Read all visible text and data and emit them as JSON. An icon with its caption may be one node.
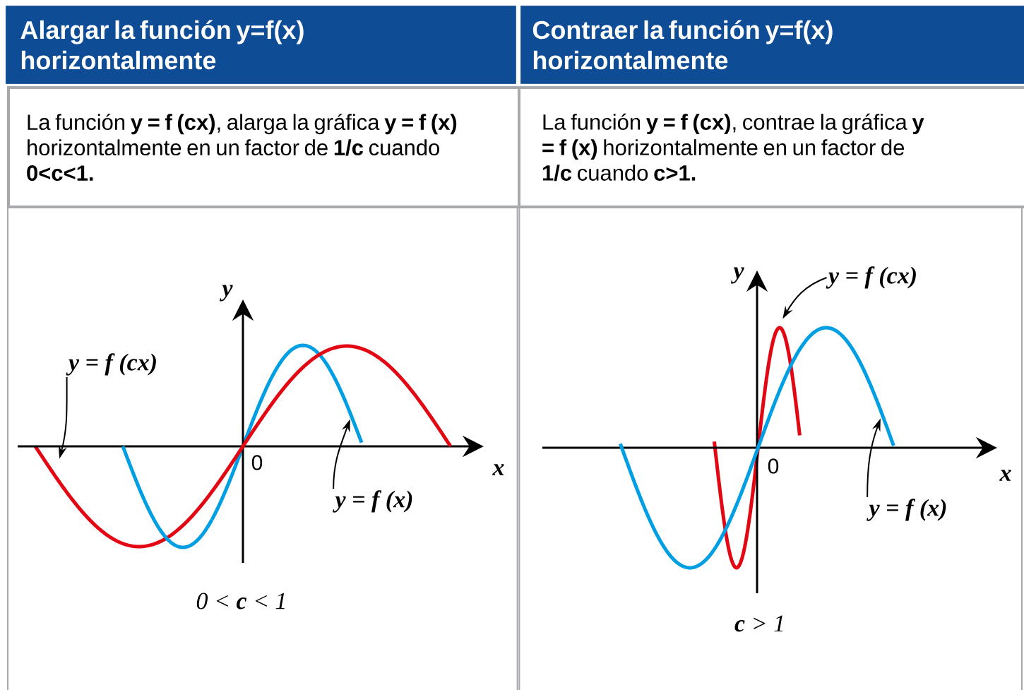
{
  "diagram": {
    "nodes": [
      {
        "text": [
          "Alargar la función y=f(x) horizontalmente"
        ]
      },
      {
        "text": [
          "Contraer la función y=f(x) horizontalmente"
        ]
      },
      {
        "text": [
          "La función **y = f (cx)**, alarga la gráfica **y = f (x)** horizontalmente en un factor de **1/c** cuando **0<c<1.**"
        ]
      },
      {
        "text": [
          "La función **y = f (cx)**, contrae la gráfica **y = f (x)** horizontalmente en un factor de **1/c** cuando **c>1.**"
        ]
      },
      {
        "text": [],
        "shape": "box"
      },
      {
        "text": [],
        "shape": "box"
      },
      {
        "text": [
          "y = f (cx)"
        ],
        "in": 4
      },
      {
        "text": [],
        "shape": "curve",
        "in": 4
      },
      {
        "text": [
          "y = f (x)"
        ],
        "in": 4
      },
      {
        "text": [],
        "shape": "curve",
        "in": 4
      },
      {
        "text": [
          "y = f (cx)"
        ],
        "in": 5
      },
      {
        "text": [],
        "shape": "curve",
        "in": 5
      },
      {
        "text": [
          "y = f (x)"
        ],
        "in": 5
      },
      {
        "text": [],
        "shape": "curve",
        "in": 5
      }
    ],
    "edges": [
      {
        "from": 6,
        "to": 7,
        "arrow": "to"
      },
      {
        "from": 8,
        "to": 9,
        "arrow": "to"
      },
      {
        "from": 10,
        "to": 11,
        "arrow": "to"
      },
      {
        "from": 12,
        "to": 13,
        "arrow": "to"
      }
    ],
    "labels": [
      "y",
      "0",
      "x",
      "0 < **c** < 1",
      "y",
      "0",
      "x",
      "**c** > 1"
    ]
  }
}
